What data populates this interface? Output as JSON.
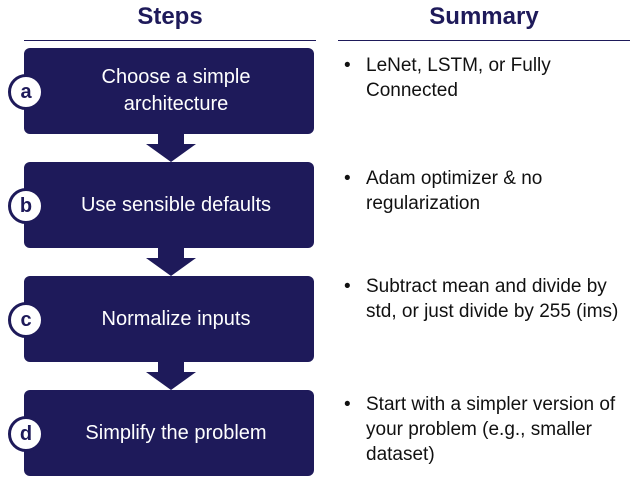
{
  "headers": {
    "steps": "Steps",
    "summary": "Summary"
  },
  "steps": [
    {
      "letter": "a",
      "label": "Choose a simple\narchitecture",
      "summary": "LeNet, LSTM, or Fully Connected"
    },
    {
      "letter": "b",
      "label": "Use sensible defaults",
      "summary": "Adam optimizer & no regularization"
    },
    {
      "letter": "c",
      "label": "Normalize inputs",
      "summary": "Subtract mean and divide by std, or just divide by 255 (ims)"
    },
    {
      "letter": "d",
      "label": "Simplify the problem",
      "summary": "Start with a simpler version of your problem (e.g., smaller dataset)"
    }
  ],
  "bullet": "•",
  "colors": {
    "primary": "#1e1a5a",
    "text": "#111111",
    "background": "#ffffff"
  }
}
